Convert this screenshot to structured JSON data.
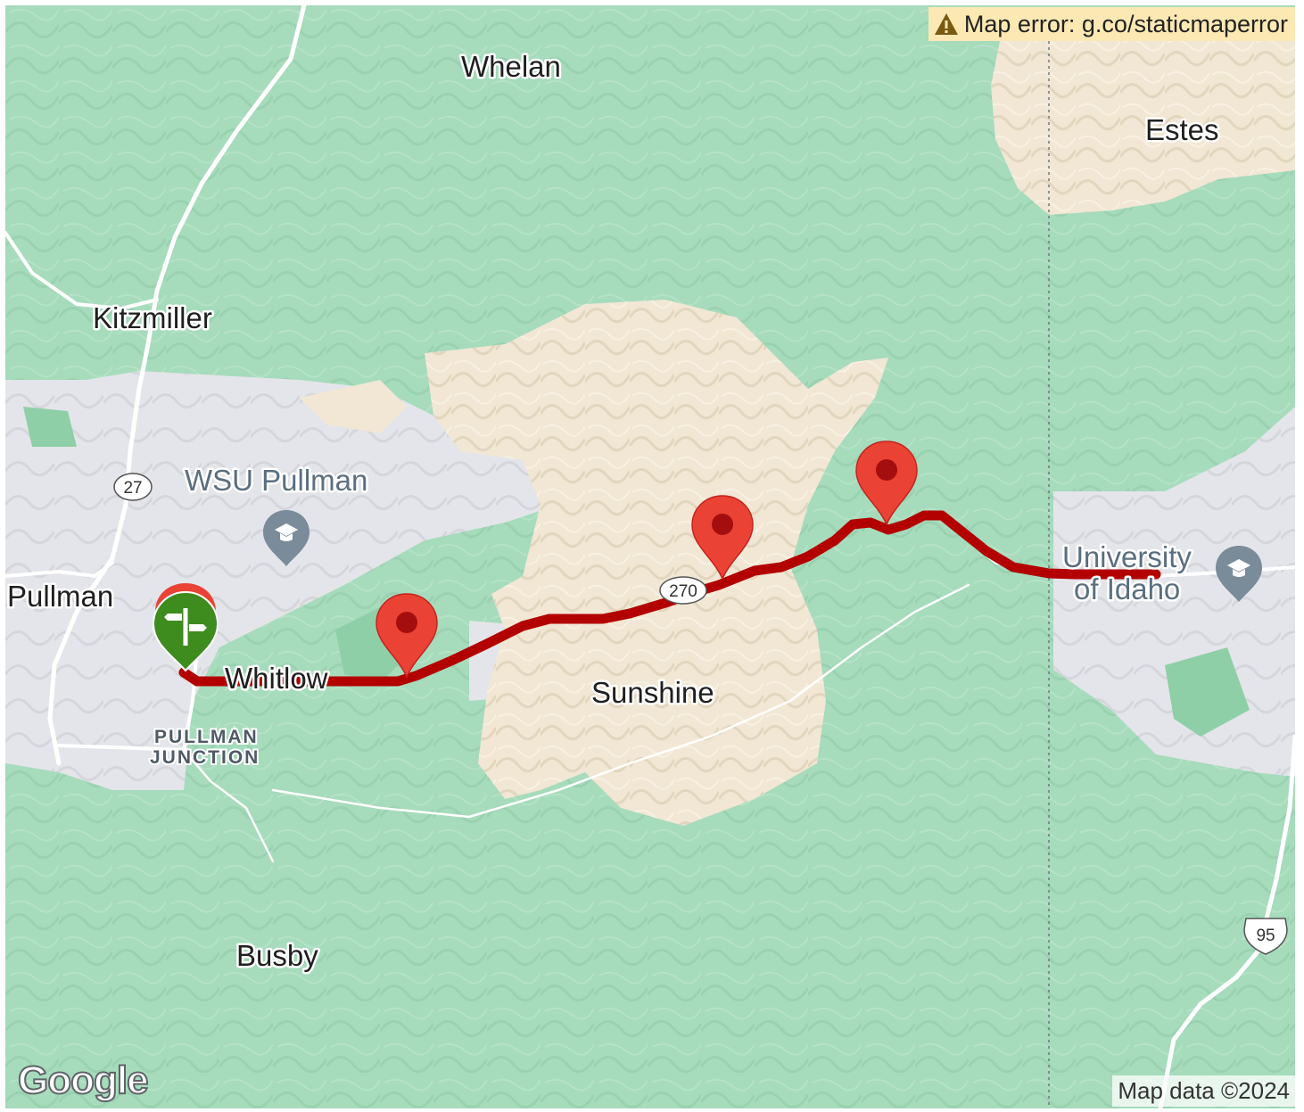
{
  "map": {
    "colors": {
      "forest": "#a6dbbc",
      "forest_dark": "#8fcfa8",
      "urban": "#e4e5ea",
      "dry": "#f1e7d4",
      "road": "#ffffff",
      "route": "#b30000",
      "marker": "#ea4335",
      "marker_dot": "#a50e0e",
      "poi_pin": "#7a8b99",
      "start_pin": "#3e8b1e"
    },
    "places": {
      "whelan": "Whelan",
      "estes": "Estes",
      "kitzmiller": "Kitzmiller",
      "pullman": "Pullman",
      "whitlow": "Whitlow",
      "sunshine": "Sunshine",
      "busby": "Busby",
      "pullman_junction_1": "PULLMAN",
      "pullman_junction_2": "JUNCTION"
    },
    "pois": {
      "wsu": "WSU Pullman",
      "uidaho_1": "University",
      "uidaho_2": "of Idaho"
    },
    "shields": {
      "wa27": "27",
      "wa270": "270",
      "us95": "95"
    },
    "icons": {
      "poi": "graduation-cap-icon",
      "start": "signpost-icon",
      "marker": "map-pin-icon",
      "warning": "warning-icon"
    }
  },
  "error_banner": {
    "text": "Map error: g.co/staticmaperror"
  },
  "attribution": "Map data ©2024",
  "logo": "Google"
}
